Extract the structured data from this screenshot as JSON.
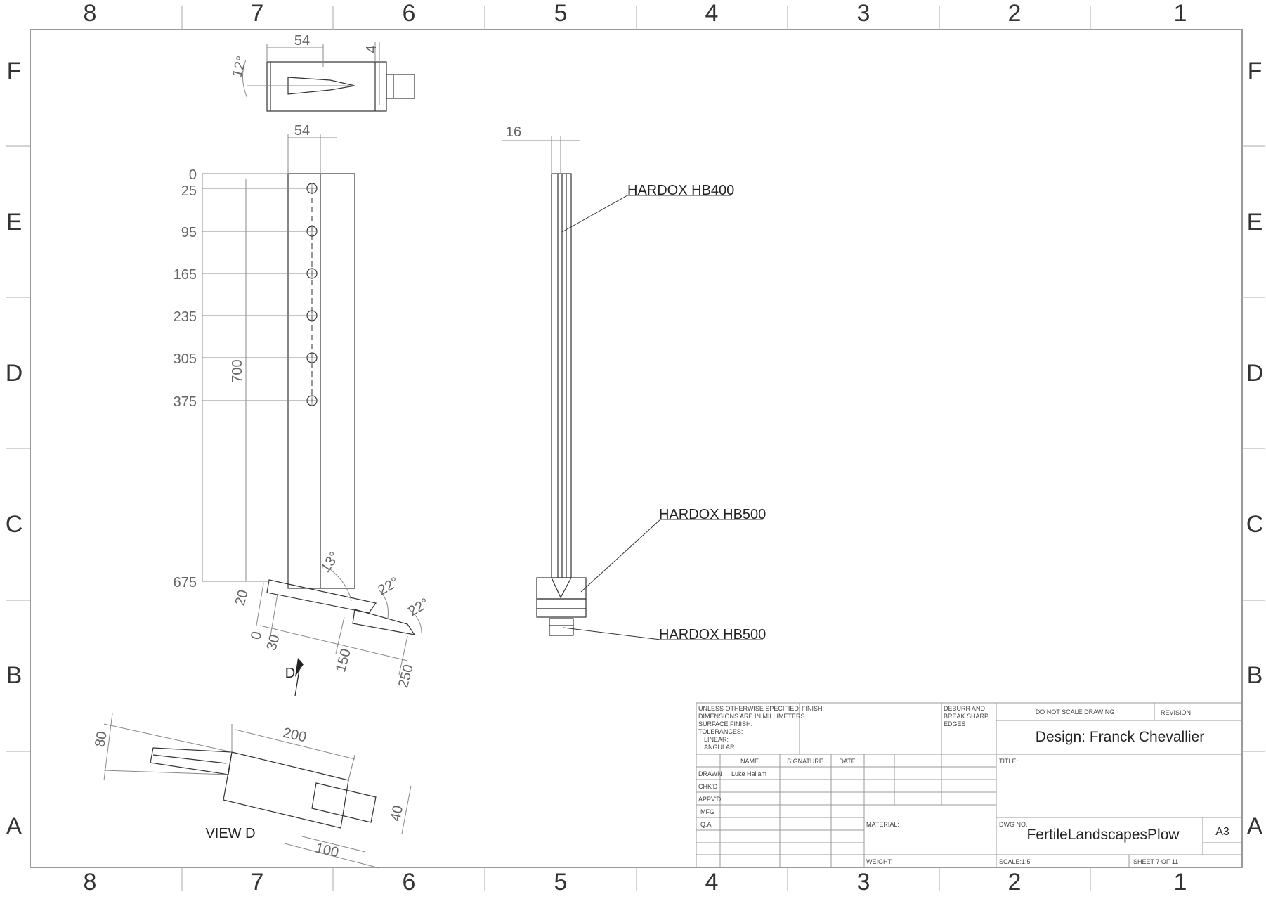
{
  "sheet": {
    "zone_columns": [
      "8",
      "7",
      "6",
      "5",
      "4",
      "3",
      "2",
      "1"
    ],
    "zone_rows": [
      "F",
      "E",
      "D",
      "C",
      "B",
      "A"
    ]
  },
  "front_view": {
    "width_top": "54",
    "width_plan": "54",
    "plate_thk": "4",
    "angle_tip": "12°",
    "holes": [
      "0",
      "25",
      "95",
      "165",
      "235",
      "305",
      "375"
    ],
    "overall": "700",
    "bottom": "675",
    "share_angle": "13°",
    "share_angle2": "22°",
    "share_angle3": "22°",
    "share_thk": "20",
    "x_dims": [
      "0",
      "30",
      "150",
      "250"
    ],
    "view_arrow": "D"
  },
  "side_view": {
    "thk": "16",
    "callouts": [
      "HARDOX HB400",
      "HARDOX HB500",
      "HARDOX HB500"
    ]
  },
  "view_d": {
    "title": "VIEW D",
    "dims": [
      "80",
      "200",
      "40",
      "100"
    ]
  },
  "title_block": {
    "notes": [
      "UNLESS OTHERWISE SPECIFIED:",
      "DIMENSIONS ARE IN MILLIMETERS",
      "SURFACE FINISH:",
      "TOLERANCES:",
      "LINEAR:",
      "ANGULAR:"
    ],
    "finish": "FINISH:",
    "deburr": [
      "DEBURR AND",
      "BREAK SHARP",
      "EDGES"
    ],
    "do_not_scale": "DO NOT SCALE DRAWING",
    "revision": "REVISION",
    "design": "Design: Franck Chevallier",
    "title_label": "TITLE:",
    "headers": [
      "NAME",
      "SIGNATURE",
      "DATE"
    ],
    "rows": [
      "DRAWN",
      "CHK'D",
      "APPV'D",
      "MFG",
      "Q.A"
    ],
    "drawn_name": "Luke Hallam",
    "material": "MATERIAL:",
    "weight": "WEIGHT:",
    "dwg_no_label": "DWG NO.",
    "dwg_no": "FertileLandscapesPlow",
    "size": "A3",
    "scale": "SCALE:1:5",
    "sheet": "SHEET 7 OF 11"
  }
}
